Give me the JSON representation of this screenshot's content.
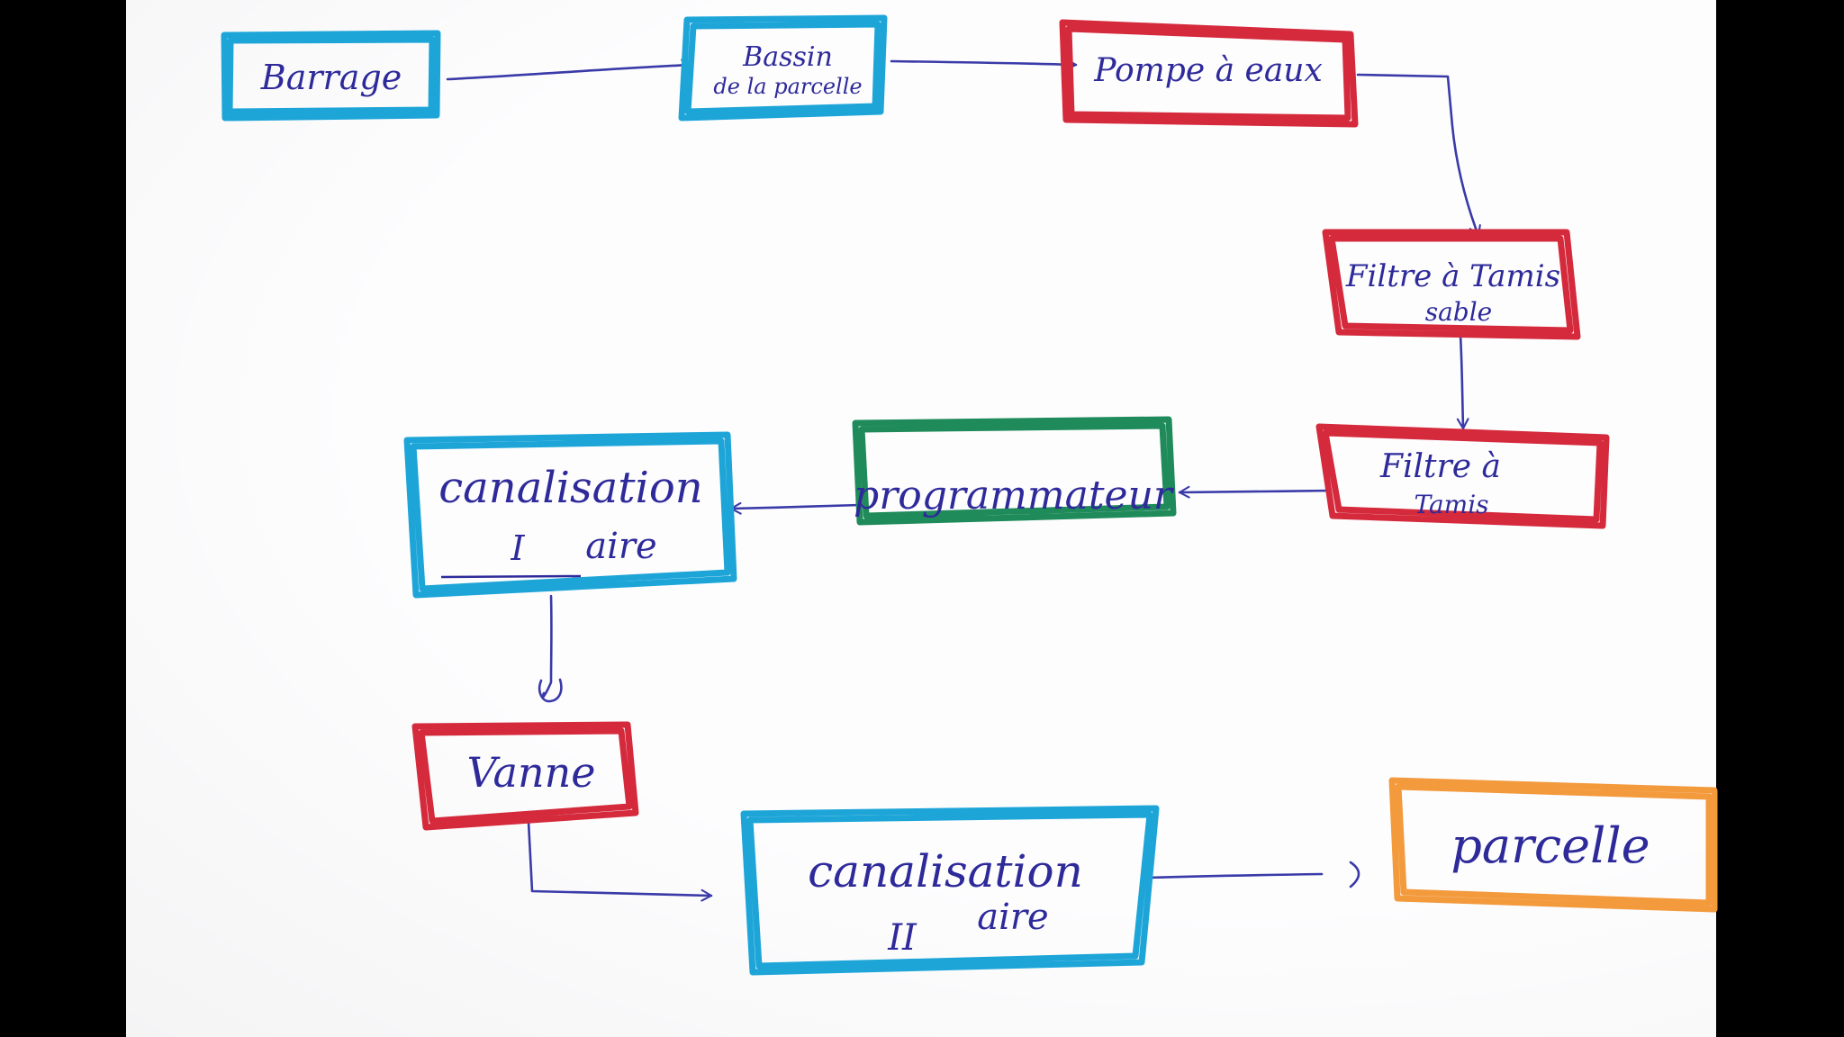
{
  "colors": {
    "blue": "#1ea5d8",
    "red": "#d42a3c",
    "green": "#1f8a5a",
    "orange": "#f39a3d",
    "ink": "#2e2a9a",
    "smudge": "#7a84c8"
  },
  "nodes": {
    "barrage": {
      "line1": "Barrage",
      "line2": ""
    },
    "bassin": {
      "line1": "Bassin",
      "line2": "de la parcelle"
    },
    "pompe": {
      "line1": "Pompe à eaux",
      "line2": ""
    },
    "filtre_sable": {
      "line1": "Filtre à Tamis",
      "line2": "sable"
    },
    "filtre_tamis": {
      "line1": "Filtre à",
      "line2": "Tamis"
    },
    "programmateur": {
      "line1": "programmateur",
      "line2": ""
    },
    "canalisation_1": {
      "line1": "canalisation",
      "line2": "aire",
      "numeral": "I"
    },
    "vanne": {
      "line1": "Vanne",
      "line2": ""
    },
    "canalisation_2": {
      "line1": "canalisation",
      "line2": "aire",
      "numeral": "II"
    },
    "parcelle": {
      "line1": "parcelle",
      "line2": ""
    }
  },
  "edges": [
    {
      "from": "barrage",
      "to": "bassin"
    },
    {
      "from": "bassin",
      "to": "pompe"
    },
    {
      "from": "pompe",
      "to": "filtre_sable"
    },
    {
      "from": "filtre_sable",
      "to": "filtre_tamis"
    },
    {
      "from": "filtre_tamis",
      "to": "programmateur"
    },
    {
      "from": "programmateur",
      "to": "canalisation_1"
    },
    {
      "from": "canalisation_1",
      "to": "vanne"
    },
    {
      "from": "vanne",
      "to": "canalisation_2"
    },
    {
      "from": "canalisation_2",
      "to": "parcelle"
    }
  ]
}
